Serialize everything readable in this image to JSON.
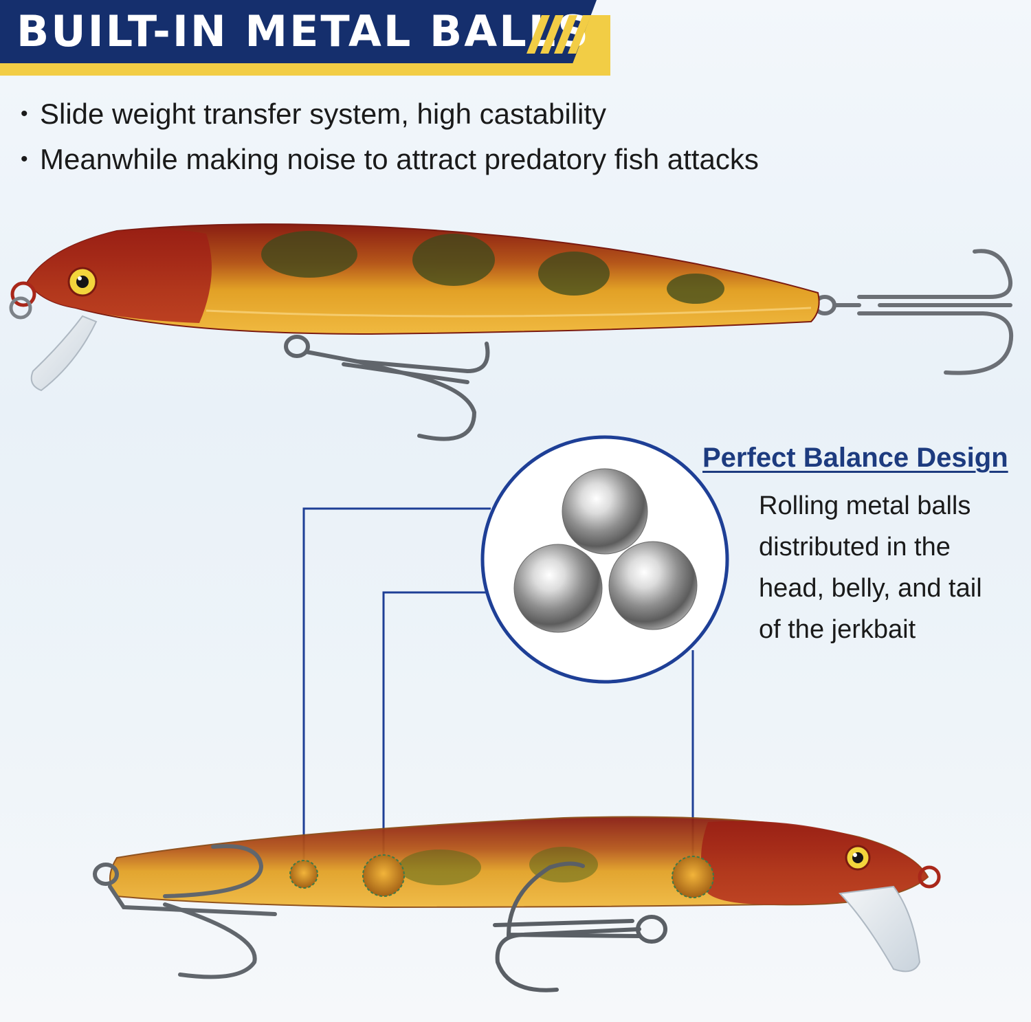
{
  "banner": {
    "title": "BUILT-IN METAL BALLS",
    "colors": {
      "blue": "#152f6d",
      "yellow": "#f2cd45"
    }
  },
  "features": [
    "Slide weight transfer system, high castability",
    "Meanwhile making noise to attract predatory fish attacks"
  ],
  "balance": {
    "title": "Perfect Balance Design",
    "lines": [
      "Rolling metal balls",
      "distributed in the",
      "head, belly, and tail",
      "of the jerkbait"
    ]
  },
  "icons": [
    "fishing-lure-photo",
    "treble-hook-icon",
    "steel-ball-icon",
    "callout-line"
  ]
}
